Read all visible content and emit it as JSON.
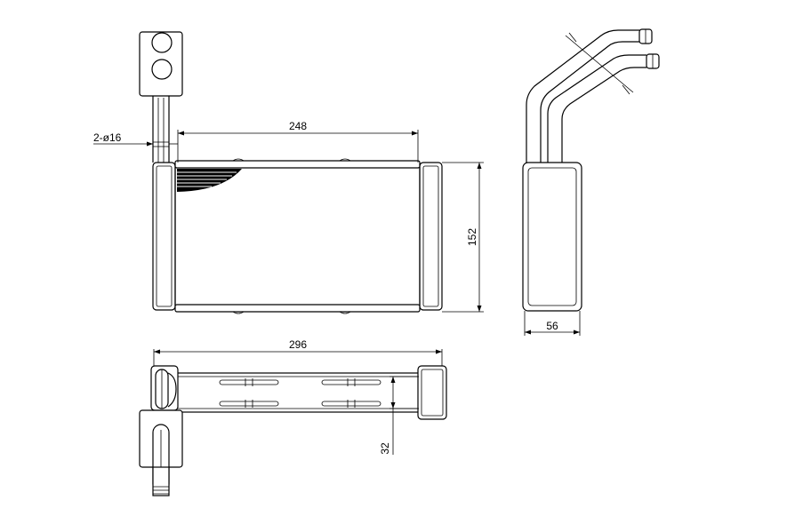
{
  "dimensions": {
    "core_width": "248",
    "overall_width": "296",
    "core_height": "152",
    "depth": "56",
    "tank_thickness": "32",
    "pipe_spec": "2-ø16"
  },
  "colors": {
    "line": "#000000",
    "background": "#ffffff"
  }
}
